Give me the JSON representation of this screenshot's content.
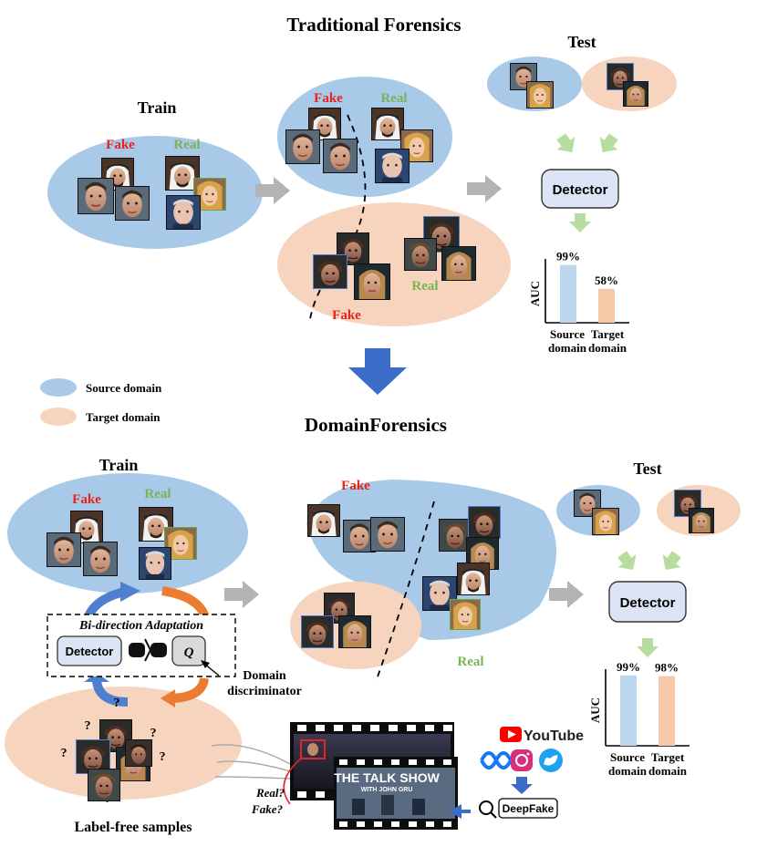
{
  "colors": {
    "source": "#a9c9e8",
    "target": "#f7d4bd",
    "fake": "#e8231c",
    "real": "#7ab356",
    "detector_fill": "#dce3f4",
    "bar_source": "#bcd6ee",
    "bar_target": "#f7c9a8",
    "big_arrow": "#3a6cc8",
    "gray_arrow": "#b3b3b3",
    "green_arrow": "#b7dca0",
    "cycle_blue": "#4f7fcf",
    "cycle_orange": "#ec7c30"
  },
  "top": {
    "title": "Traditional Forensics",
    "train": {
      "heading": "Train",
      "fake": "Fake",
      "real": "Real"
    },
    "middle": {
      "fake_top": "Fake",
      "real_top": "Real",
      "fake_bottom": "Fake",
      "real_bottom": "Real"
    },
    "test": {
      "heading": "Test",
      "detector": "Detector"
    },
    "chart": {
      "ylabel": "AUC",
      "source_value_label": "99%",
      "target_value_label": "58%",
      "source_label_1": "Source",
      "source_label_2": "domain",
      "target_label_1": "Target",
      "target_label_2": "domain"
    }
  },
  "legend": {
    "source": "Source domain",
    "target": "Target domain"
  },
  "bottom": {
    "title": "DomainForensics",
    "train": {
      "heading": "Train",
      "fake": "Fake",
      "real": "Real"
    },
    "adaptation": {
      "title": "Bi-direction Adaptation",
      "detector": "Detector",
      "q": "Q",
      "disc_1": "Domain",
      "disc_2": "discriminator"
    },
    "unlabeled": {
      "question": "?",
      "caption": "Label-free samples"
    },
    "middle": {
      "fake": "Fake",
      "real": "Real"
    },
    "test": {
      "heading": "Test",
      "detector": "Detector"
    },
    "chart": {
      "ylabel": "AUC",
      "source_value_label": "99%",
      "target_value_label": "98%",
      "source_label_1": "Source",
      "source_label_2": "domain",
      "target_label_1": "Target",
      "target_label_2": "domain"
    },
    "video": {
      "real_q": "Real?",
      "fake_q": "Fake?",
      "talkshow_title": "THE TALK SHOW",
      "talkshow_sub": "WITH JOHN GRU"
    },
    "platforms": {
      "youtube": "YouTube",
      "search_tag": "DeepFake"
    }
  },
  "chart_data": [
    {
      "type": "bar",
      "categories": [
        "Source domain",
        "Target domain"
      ],
      "values": [
        99,
        58
      ],
      "ylabel": "AUC",
      "ylim": [
        0,
        100
      ]
    },
    {
      "type": "bar",
      "categories": [
        "Source domain",
        "Target domain"
      ],
      "values": [
        99,
        98
      ],
      "ylabel": "AUC",
      "ylim": [
        0,
        100
      ]
    }
  ]
}
